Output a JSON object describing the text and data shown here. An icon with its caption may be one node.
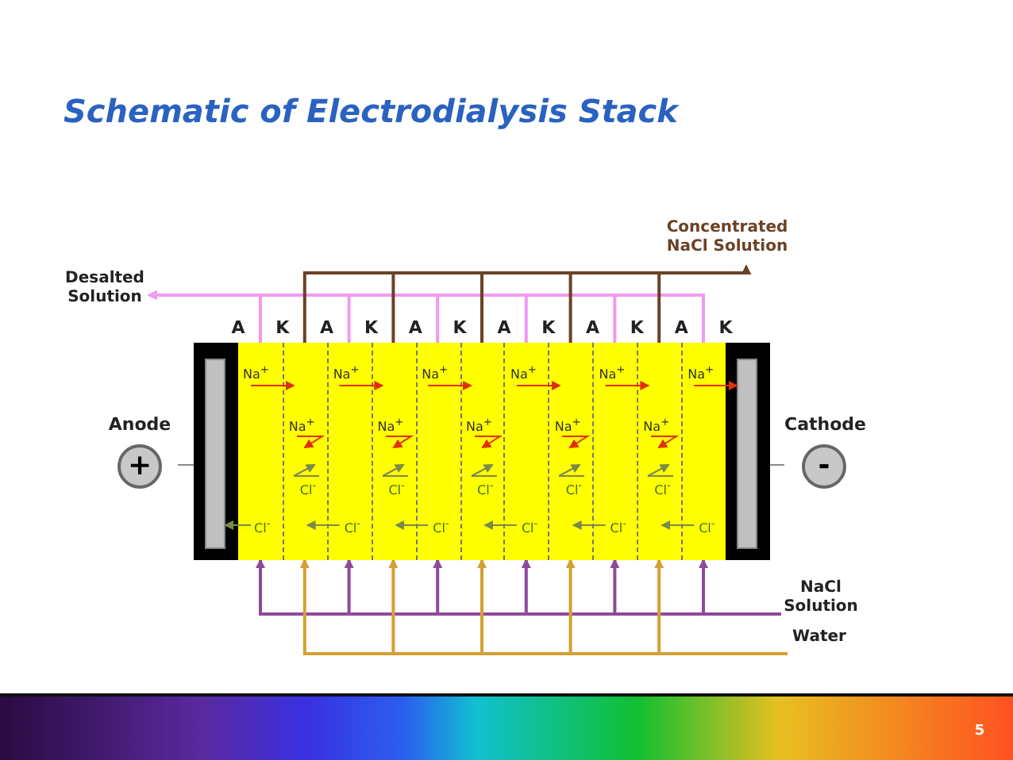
{
  "diagram": {
    "title": "Schematic of Electrodialysis Stack",
    "nodes": [
      {
        "text": [
          "Desalted Solution"
        ]
      },
      {
        "text": [
          "Concentrated NaCl Solution"
        ]
      },
      {
        "text": [
          "Anode",
          "+"
        ]
      },
      {
        "text": [
          "Cathode",
          "-"
        ]
      },
      {
        "text": [
          "NaCl Solution"
        ]
      },
      {
        "text": [
          "Water"
        ]
      },
      {
        "text": [],
        "shape": "box"
      },
      {
        "text": [],
        "shape": "bar",
        "in": 6
      },
      {
        "text": [
          "Na$^{+}$",
          "Cl$^{-}$"
        ],
        "in": 6
      },
      {
        "text": [
          "Na$^{+}$",
          "Cl$^{-}$"
        ],
        "in": 6
      },
      {
        "text": [
          "Na$^{+}$",
          "Cl$^{-}$"
        ],
        "in": 6
      },
      {
        "text": [
          "Na$^{+}$",
          "Cl$^{-}$"
        ],
        "in": 6
      },
      {
        "text": [
          "Na$^{+}$",
          "Cl$^{-}$"
        ],
        "in": 6
      },
      {
        "text": [
          "Na$^{+}$",
          "Cl$^{-}$"
        ],
        "in": 6
      },
      {
        "text": [
          "Na$^{+}$",
          "Cl$^{-}$"
        ],
        "in": 6
      },
      {
        "text": [
          "Na$^{+}$",
          "Cl$^{-}$"
        ],
        "in": 6
      },
      {
        "text": [
          "Na$^{+}$",
          "Cl$^{-}$"
        ],
        "in": 6
      },
      {
        "text": [
          "Na$^{+}$",
          "Cl$^{-}$"
        ],
        "in": 6
      },
      {
        "text": [
          "Na$^{+}$",
          "Cl$^{-}$"
        ],
        "in": 6
      },
      {
        "text": [],
        "shape": "bar",
        "in": 6
      }
    ],
    "edges": [
      {
        "from": 8,
        "to": 0,
        "arrow": "to",
        "color": "#f09af0"
      },
      {
        "from": 10,
        "to": 0,
        "arrow": "to",
        "color": "#f09af0"
      },
      {
        "from": 12,
        "to": 0,
        "arrow": "to",
        "color": "#f09af0"
      },
      {
        "from": 14,
        "to": 0,
        "arrow": "to",
        "color": "#f09af0"
      },
      {
        "from": 16,
        "to": 0,
        "arrow": "to",
        "color": "#f09af0"
      },
      {
        "from": 18,
        "to": 0,
        "arrow": "to",
        "color": "#f09af0"
      },
      {
        "from": 9,
        "to": 1,
        "arrow": "to",
        "color": "#6b4226"
      },
      {
        "from": 11,
        "to": 1,
        "arrow": "to",
        "color": "#6b4226"
      },
      {
        "from": 13,
        "to": 1,
        "arrow": "to",
        "color": "#6b4226"
      },
      {
        "from": 15,
        "to": 1,
        "arrow": "to",
        "color": "#6b4226"
      },
      {
        "from": 17,
        "to": 1,
        "arrow": "to",
        "color": "#6b4226"
      },
      {
        "from": 2,
        "to": 7,
        "arrow": "none",
        "color": "#888888"
      },
      {
        "from": 19,
        "to": 3,
        "arrow": "none",
        "color": "#888888"
      },
      {
        "from": 4,
        "to": 8,
        "arrow": "to",
        "color": "#8e4a9a"
      },
      {
        "from": 4,
        "to": 10,
        "arrow": "to",
        "color": "#8e4a9a"
      },
      {
        "from": 4,
        "to": 12,
        "arrow": "to",
        "color": "#8e4a9a"
      },
      {
        "from": 4,
        "to": 14,
        "arrow": "to",
        "color": "#8e4a9a"
      },
      {
        "from": 4,
        "to": 16,
        "arrow": "to",
        "color": "#8e4a9a"
      },
      {
        "from": 4,
        "to": 18,
        "arrow": "to",
        "color": "#8e4a9a"
      },
      {
        "from": 5,
        "to": 9,
        "arrow": "to",
        "color": "#d4a032"
      },
      {
        "from": 5,
        "to": 11,
        "arrow": "to",
        "color": "#d4a032"
      },
      {
        "from": 5,
        "to": 13,
        "arrow": "to",
        "color": "#d4a032"
      },
      {
        "from": 5,
        "to": 15,
        "arrow": "to",
        "color": "#d4a032"
      },
      {
        "from": 5,
        "to": 17,
        "arrow": "to",
        "color": "#d4a032"
      },
      {
        "from": 8,
        "to": 9,
        "arrow": "to",
        "color": "#e03010"
      },
      {
        "from": 10,
        "to": 11,
        "arrow": "to",
        "color": "#e03010"
      },
      {
        "from": 12,
        "to": 13,
        "arrow": "to",
        "color": "#e03010"
      },
      {
        "from": 14,
        "to": 15,
        "arrow": "to",
        "color": "#e03010"
      },
      {
        "from": 16,
        "to": 17,
        "arrow": "to",
        "color": "#e03010"
      },
      {
        "from": 18,
        "to": 19,
        "arrow": "to",
        "color": "#e03010"
      },
      {
        "from": 8,
        "to": 7,
        "arrow": "to",
        "color": "#7a8a4a"
      },
      {
        "from": 10,
        "to": 9,
        "arrow": "to",
        "color": "#7a8a4a"
      },
      {
        "from": 12,
        "to": 11,
        "arrow": "to",
        "color": "#7a8a4a"
      },
      {
        "from": 14,
        "to": 13,
        "arrow": "to",
        "color": "#7a8a4a"
      },
      {
        "from": 16,
        "to": 15,
        "arrow": "to",
        "color": "#7a8a4a"
      },
      {
        "from": 18,
        "to": 17,
        "arrow": "to",
        "color": "#7a8a4a"
      }
    ],
    "labels": [
      "A",
      "K",
      "A",
      "K",
      "A",
      "K",
      "A",
      "K",
      "A",
      "K",
      "A",
      "K",
      "5"
    ]
  }
}
